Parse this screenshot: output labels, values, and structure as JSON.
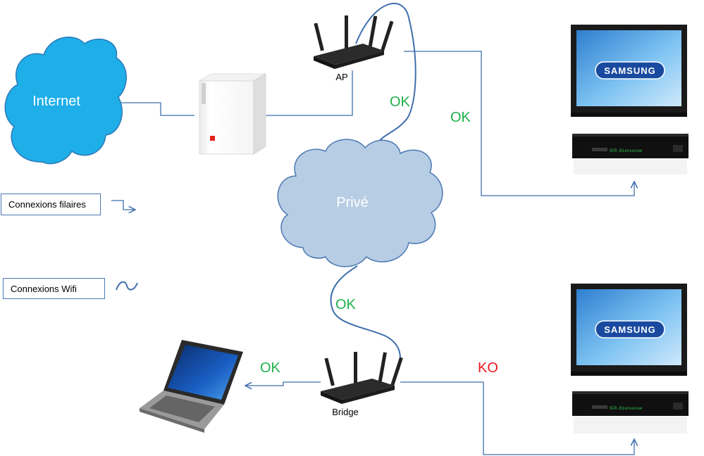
{
  "clouds": {
    "internet": "Internet",
    "private": "Privé"
  },
  "devices": {
    "ap": "AP",
    "bridge": "Bridge",
    "tv_brand_top": "SAMSUNG",
    "tv_brand_bottom": "SAMSUNG",
    "decoder_text_top": "SFR-Bienvenue",
    "decoder_text_bottom": "SFR-Bienvenue"
  },
  "links": {
    "ap_wifi": "OK",
    "ap_tv": "OK",
    "bridge_wifi": "OK",
    "bridge_laptop": "OK",
    "bridge_tv": "KO"
  },
  "legend": {
    "wired": "Connexions filaires",
    "wifi": "Connexions Wifi"
  },
  "colors": {
    "cloud_internet": "#1eaee8",
    "cloud_private": "#b7cde4",
    "line": "#3f6fad",
    "ok": "#1fb04a",
    "ko": "#e8191f"
  }
}
